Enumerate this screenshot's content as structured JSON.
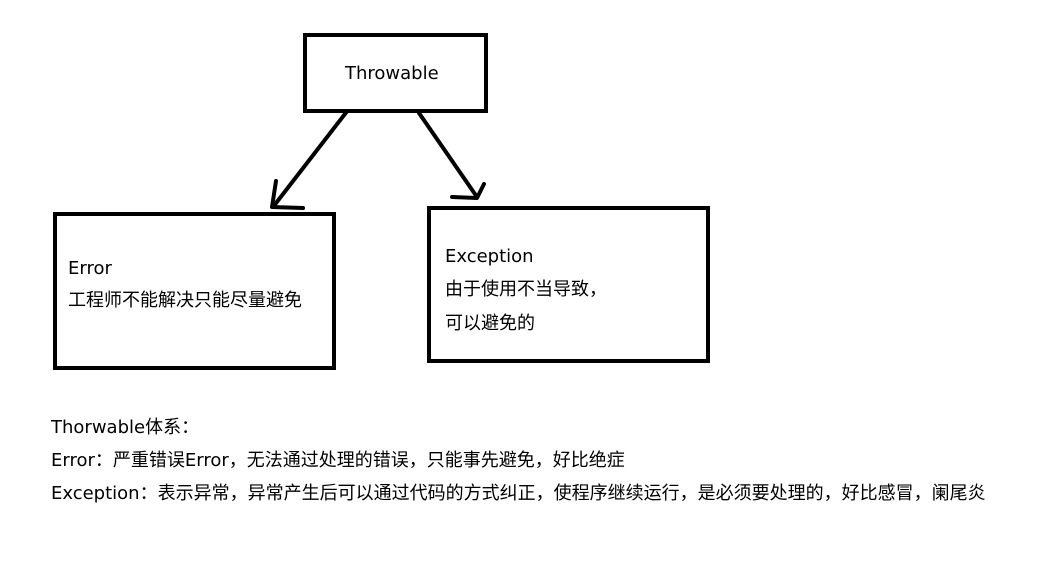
{
  "diagram": {
    "root": {
      "label": "Throwable"
    },
    "children": [
      {
        "id": "error",
        "title": "Error",
        "lines": [
          "工程师不能解决只能尽量避免"
        ]
      },
      {
        "id": "exception",
        "title": "Exception",
        "lines": [
          "由于使用不当导致，",
          "可以避免的"
        ]
      }
    ]
  },
  "notes": {
    "heading": "Thorwable体系：",
    "error_line": "Error：严重错误Error，无法通过处理的错误，只能事先避免，好比绝症",
    "exception_line": "Exception：表示异常，异常产生后可以通过代码的方式纠正，使程序继续运行，是必须要处理的，好比感冒，阑尾炎"
  }
}
